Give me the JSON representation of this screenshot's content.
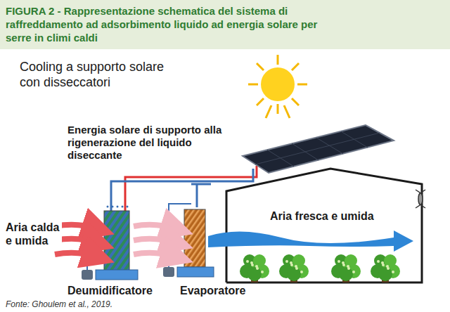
{
  "diagram": {
    "title": "FIGURA 2 - Rappresentazione schematica del sistema di raffreddamento ad adsorbimento liquido ad energia solare per serre in climi caldi",
    "caption": "Fonte: Ghoulem et al., 2019.",
    "labels": [
      "Cooling a supporto solare con disseccatori",
      "Energia solare di supporto alla rigenerazione del liquido diseccante",
      "Aria calda e umida",
      "Aria fresca e umida",
      "Deumidificatore",
      "Evaporatore"
    ]
  }
}
